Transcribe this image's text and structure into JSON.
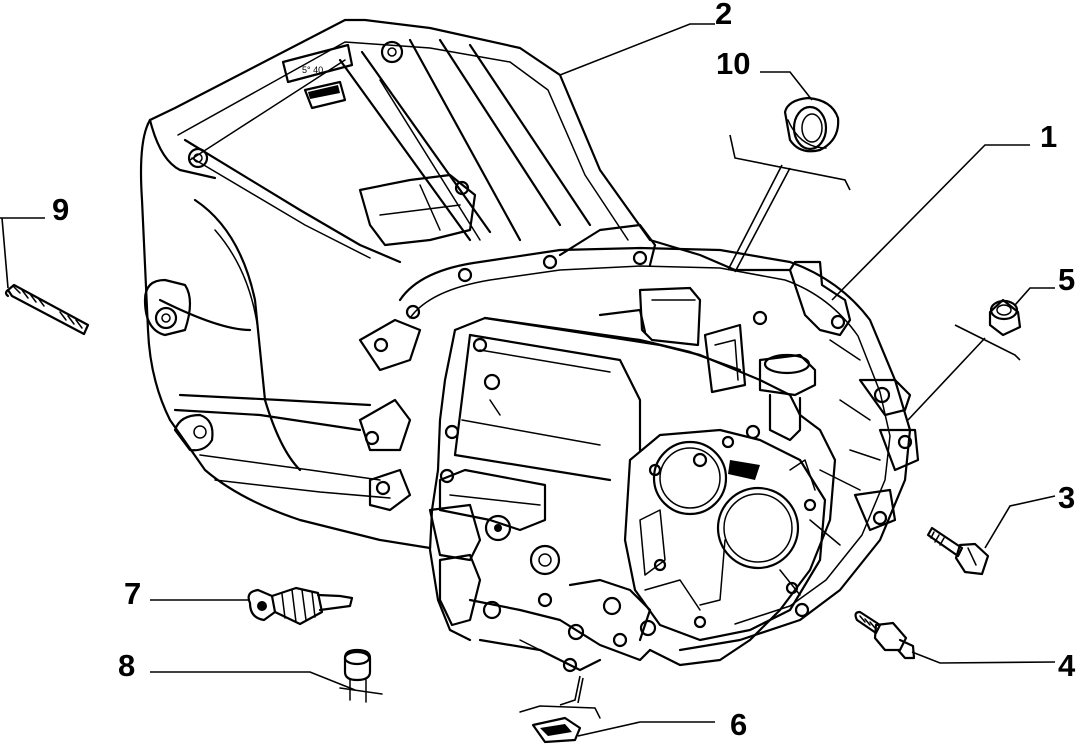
{
  "callouts": {
    "c1": "1",
    "c2": "2",
    "c3": "3",
    "c4": "4",
    "c5": "5",
    "c6": "6",
    "c7": "7",
    "c8": "8",
    "c9": "9",
    "c10": "10"
  },
  "housing_marking": "5° 40"
}
